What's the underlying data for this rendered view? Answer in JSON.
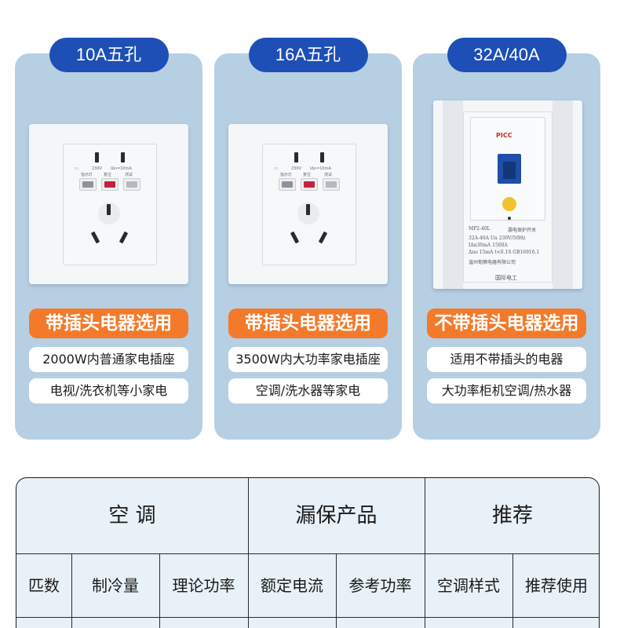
{
  "cards": [
    {
      "title": "10A五孔",
      "usage": "带插头电器选用",
      "lines": [
        "2000W内普通家电插座",
        "电视/洗衣机等小家电"
      ],
      "socket": {
        "voltage": "230V",
        "rating": "IΔn=10mA",
        "labels": [
          "指示灯",
          "复位",
          "测试"
        ]
      }
    },
    {
      "title": "16A五孔",
      "usage": "带插头电器选用",
      "lines": [
        "3500W内大功率家电插座",
        "空调/洗水器等家电"
      ],
      "socket": {
        "voltage": "230V",
        "rating": "IΔn=10mA",
        "labels": [
          "指示灯",
          "复位",
          "测试"
        ]
      }
    },
    {
      "title": "32A/40A",
      "usage": "不带插头电器选用",
      "lines": [
        "适用不带插头的电器",
        "大功率柜机空调/热水器"
      ],
      "breaker": {
        "logo": "PICC",
        "model": "MP2-40L",
        "name": "漏电保护开关",
        "spec1": "32A-40A  Un 230V/50Hz",
        "spec2": "IΔn30mA  1500A",
        "spec3": "Δno 15mA t<0.1S  GB16916.1",
        "maker": "温州甸狮电器有限公司",
        "brand": "国际电工"
      }
    }
  ],
  "colors": {
    "tag": "#1d4fb6",
    "card": "#b7cfe3",
    "usage": "#f37a2a",
    "table": "#e8f1f7"
  },
  "table": {
    "groups": [
      "空 调",
      "漏保产品",
      "推荐"
    ],
    "columns": [
      "匹数",
      "制冷量",
      "理论功率",
      "额定电流",
      "参考功率",
      "空调样式",
      "推荐使用"
    ]
  }
}
